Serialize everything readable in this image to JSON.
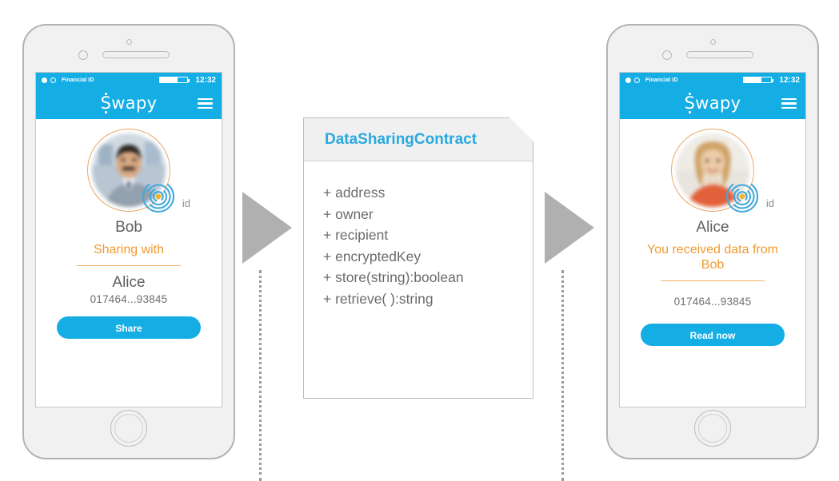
{
  "theme": {
    "blue": "#14ade4",
    "orange": "#f09a30",
    "title_blue": "#2aa9e0",
    "gray_text": "#6c6c6c",
    "phone_body": "#f1f1f1",
    "arrow_gray": "#b0b0b0"
  },
  "phones": [
    {
      "side": "left",
      "status": {
        "carrier_label": "Financial ID",
        "time": "12:32",
        "battery_level": 64,
        "dot_icon": "filled-circle-icon",
        "ring_icon": "outline-circle-icon",
        "battery_icon": "battery-icon"
      },
      "appbar": {
        "logo": "Swapy",
        "logo_initial": "S",
        "logo_rest": "wapy",
        "menu_icon": "hamburger-menu-icon"
      },
      "avatar": {
        "alt": "Bob profile photo",
        "badge_icon": "fingerprint-icon",
        "badge_label": "id",
        "hair": "#2b2520",
        "skin": "#d8a882",
        "clothes": "#8a939d",
        "bg": "#b9c6d2"
      },
      "user_name": "Bob",
      "status_message": "Sharing with",
      "peer_name": "Alice",
      "address": "017464...93845",
      "cta_label": "Share",
      "cta_name": "share-button"
    },
    {
      "side": "right",
      "status": {
        "carrier_label": "Financial ID",
        "time": "12:32",
        "battery_level": 64,
        "dot_icon": "filled-circle-icon",
        "ring_icon": "outline-circle-icon",
        "battery_icon": "battery-icon"
      },
      "appbar": {
        "logo": "Swapy",
        "logo_initial": "S",
        "logo_rest": "wapy",
        "menu_icon": "hamburger-menu-icon"
      },
      "avatar": {
        "alt": "Alice profile photo",
        "badge_icon": "fingerprint-icon",
        "badge_label": "id",
        "hair": "#cfa469",
        "skin": "#eccba8",
        "clothes": "#e2613a",
        "bg": "#e8e4de"
      },
      "user_name": "Alice",
      "status_message": "You received data from Bob",
      "peer_name": "",
      "address": "017464...93845",
      "cta_label": "Read now",
      "cta_name": "read-now-button"
    }
  ],
  "contract": {
    "title": "DataSharingContract",
    "members": [
      "+ address",
      "+ owner",
      "+ recipient",
      "+ encryptedKey",
      "+ store(string):boolean",
      "+ retrieve( ):string"
    ]
  },
  "flow": {
    "arrow_left_name": "flow-arrow-to-contract",
    "arrow_right_name": "flow-arrow-to-alice",
    "dotted_left_name": "blockchain-timeline-left",
    "dotted_right_name": "blockchain-timeline-right"
  }
}
